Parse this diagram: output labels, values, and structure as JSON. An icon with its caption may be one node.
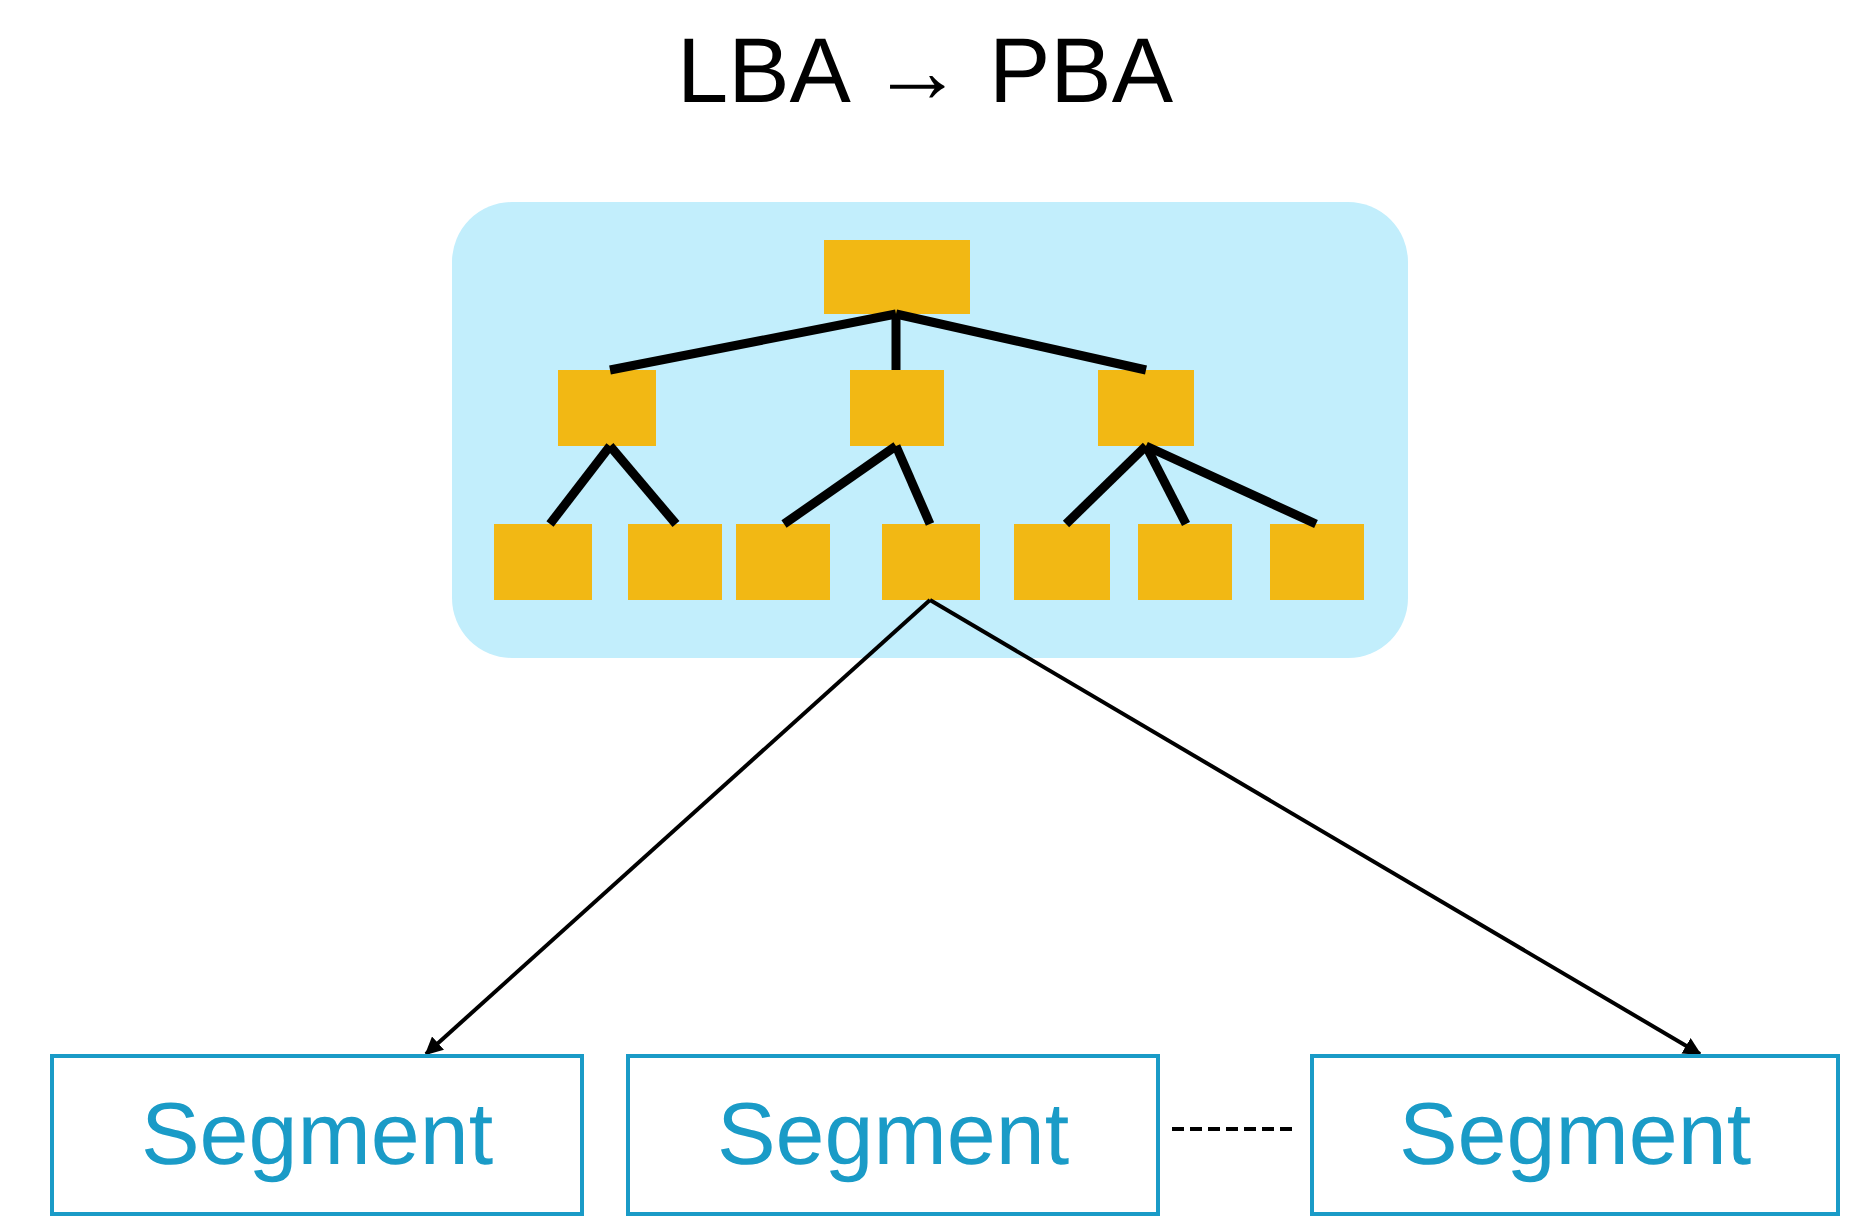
{
  "diagram": {
    "title": "LBA → PBA",
    "nodes": [
      {
        "text": [],
        "shape": "box"
      },
      {
        "text": [],
        "shape": "box",
        "in": 0
      },
      {
        "text": [],
        "shape": "box",
        "in": 0
      },
      {
        "text": [],
        "shape": "box",
        "in": 0
      },
      {
        "text": [],
        "shape": "box",
        "in": 0
      },
      {
        "text": [],
        "shape": "box",
        "in": 0
      },
      {
        "text": [],
        "shape": "box",
        "in": 0
      },
      {
        "text": [],
        "shape": "box",
        "in": 0
      },
      {
        "text": [],
        "shape": "box",
        "in": 0
      },
      {
        "text": [],
        "shape": "box",
        "in": 0
      },
      {
        "text": [],
        "shape": "box",
        "in": 0
      },
      {
        "text": [],
        "shape": "box",
        "in": 0
      },
      {
        "text": [
          "Segment"
        ]
      },
      {
        "text": [
          "Segment"
        ]
      },
      {
        "text": [
          "Segment"
        ]
      }
    ],
    "edges": [
      {
        "from": 1,
        "to": 2,
        "arrow": "none"
      },
      {
        "from": 1,
        "to": 3,
        "arrow": "none"
      },
      {
        "from": 1,
        "to": 4,
        "arrow": "none"
      },
      {
        "from": 2,
        "to": 5,
        "arrow": "none"
      },
      {
        "from": 2,
        "to": 6,
        "arrow": "none"
      },
      {
        "from": 3,
        "to": 7,
        "arrow": "none"
      },
      {
        "from": 3,
        "to": 8,
        "arrow": "none"
      },
      {
        "from": 4,
        "to": 9,
        "arrow": "none"
      },
      {
        "from": 4,
        "to": 10,
        "arrow": "none"
      },
      {
        "from": 4,
        "to": 11,
        "arrow": "none"
      },
      {
        "from": 8,
        "to": 12,
        "arrow": "to"
      },
      {
        "from": 8,
        "to": 14,
        "arrow": "to"
      },
      {
        "from": 13,
        "to": 14,
        "arrow": "none",
        "style": "dashed"
      }
    ]
  }
}
